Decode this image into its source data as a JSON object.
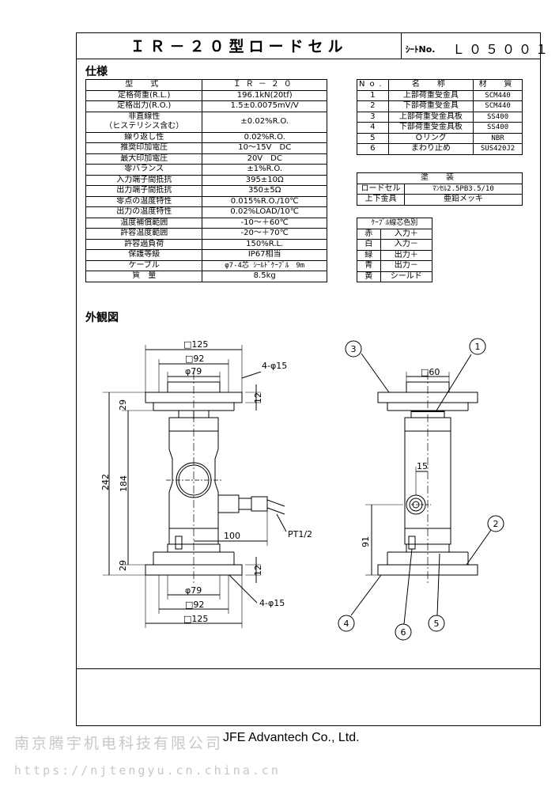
{
  "header": {
    "title": "ＩＲ－２０型ロードセル",
    "sheet_no_label": "ｼｰﾄNo.",
    "sheet_no": "Ｌ０５００１"
  },
  "sections": {
    "spec": "仕様",
    "outline": "外観図"
  },
  "spec_table": {
    "head": [
      "型　式",
      "ＩＲ－２０"
    ],
    "rows": [
      [
        "定格荷重(R.L.)",
        "196.1kN(20tf)"
      ],
      [
        "定格出力(R.O.)",
        "1.5±0.0075mV/V"
      ],
      [
        "非直線性\n（ヒステリシス含む）",
        "±0.02%R.O."
      ],
      [
        "繰り返し性",
        "0.02%R.O."
      ],
      [
        "推奨印加電圧",
        "10～15V　DC"
      ],
      [
        "最大印加電圧",
        "20V　DC"
      ],
      [
        "零バランス",
        "±1%R.O."
      ],
      [
        "入力端子間抵抗",
        "395±10Ω"
      ],
      [
        "出力端子間抵抗",
        "350±5Ω"
      ],
      [
        "零点の温度特性",
        "0.015%R.O./10℃"
      ],
      [
        "出力の温度特性",
        "0.02%LOAD/10℃"
      ],
      [
        "温度補償範囲",
        "-10～＋60℃"
      ],
      [
        "許容温度範囲",
        "-20～＋70℃"
      ],
      [
        "許容過負荷",
        "150%R.L."
      ],
      [
        "保護等級",
        "IP67相当"
      ],
      [
        "ケーブル",
        "φ7-4芯 ｼｰﾙﾄﾞｹｰﾌﾞﾙ　9m"
      ],
      [
        "質　量",
        "8.5kg"
      ]
    ]
  },
  "parts_table": {
    "head": [
      "No.",
      "名　称",
      "材　質"
    ],
    "rows": [
      [
        "1",
        "上部荷重受金具",
        "SCM440"
      ],
      [
        "2",
        "下部荷重受金具",
        "SCM440"
      ],
      [
        "3",
        "上部荷重受金具板",
        "SS400"
      ],
      [
        "4",
        "下部荷重受金具板",
        "SS400"
      ],
      [
        "5",
        "Ｏリング",
        "NBR"
      ],
      [
        "6",
        "まわり止め",
        "SUS420J2"
      ]
    ]
  },
  "coating_table": {
    "head": "塗　装",
    "rows": [
      [
        "ロードセル",
        "ﾏﾝｾﾙ2.5PB3.5/10"
      ],
      [
        "上下金具",
        "亜鉛メッキ"
      ]
    ]
  },
  "cable_table": {
    "head": "ｹｰﾌﾞﾙ線芯色別",
    "rows": [
      [
        "赤",
        "入力＋"
      ],
      [
        "白",
        "入力－"
      ],
      [
        "緑",
        "出力＋"
      ],
      [
        "青",
        "出力－"
      ],
      [
        "黄",
        "シールド"
      ]
    ]
  },
  "drawing": {
    "dim_125": "□125",
    "dim_92": "□92",
    "dim_79": "φ79",
    "dim_holes": "4-φ15",
    "dim_12": "12",
    "dim_29": "29",
    "dim_242": "242",
    "dim_184": "184",
    "dim_100": "100",
    "dim_pt": "PT1/2",
    "dim_60": "□60",
    "dim_15": "15",
    "dim_91": "91",
    "balloons": [
      "1",
      "2",
      "3",
      "4",
      "5",
      "6"
    ]
  },
  "footer": {
    "company": "JFE Advantech Co., Ltd.",
    "watermark_cn": "南京腾宇机电科技有限公司",
    "watermark_url": "https://njtengyu.cn.china.cn"
  }
}
